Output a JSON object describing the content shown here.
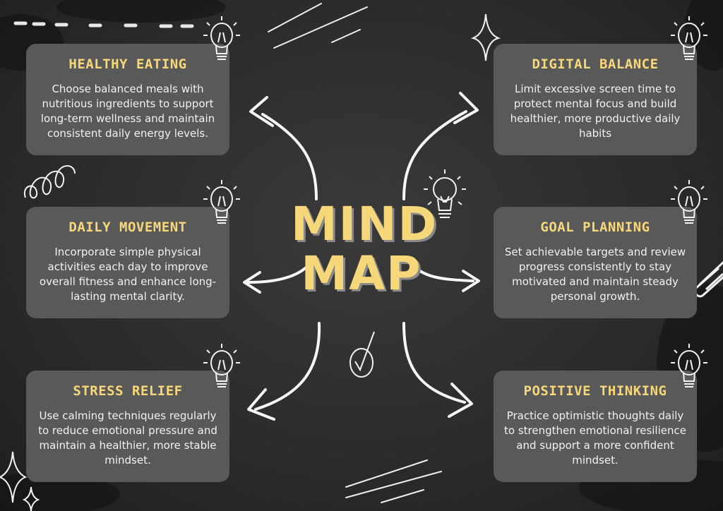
{
  "center": {
    "line1": "MIND",
    "line2": "MAP"
  },
  "cards": [
    {
      "title": "HEALTHY EATING",
      "text": "Choose balanced meals with nutritious ingredients to support long-term wellness and maintain consistent daily energy levels."
    },
    {
      "title": "DIGITAL BALANCE",
      "text": "Limit excessive screen time to protect mental focus and build healthier, more productive daily habits"
    },
    {
      "title": "DAILY MOVEMENT",
      "text": "Incorporate simple physical activities each day to improve overall fitness and enhance long-lasting mental clarity."
    },
    {
      "title": "GOAL PLANNING",
      "text": "Set achievable targets and review progress consistently to stay motivated and maintain steady personal growth."
    },
    {
      "title": "STRESS RELIEF",
      "text": "Use calming techniques regularly to reduce emotional pressure and maintain a healthier, more stable mindset."
    },
    {
      "title": "POSITIVE THINKING",
      "text": "Practice optimistic thoughts daily to strengthen emotional resilience and support a more confident mindset."
    }
  ],
  "colors": {
    "background": "#2c2c2c",
    "card": "#595959",
    "title": "#f6d77a",
    "chalk": "#f2f2f2"
  },
  "icons": [
    "lightbulb-icon",
    "sparkle-icon",
    "spiral-icon",
    "checkmark-icon",
    "paperclip-icon",
    "arrow-icon"
  ]
}
